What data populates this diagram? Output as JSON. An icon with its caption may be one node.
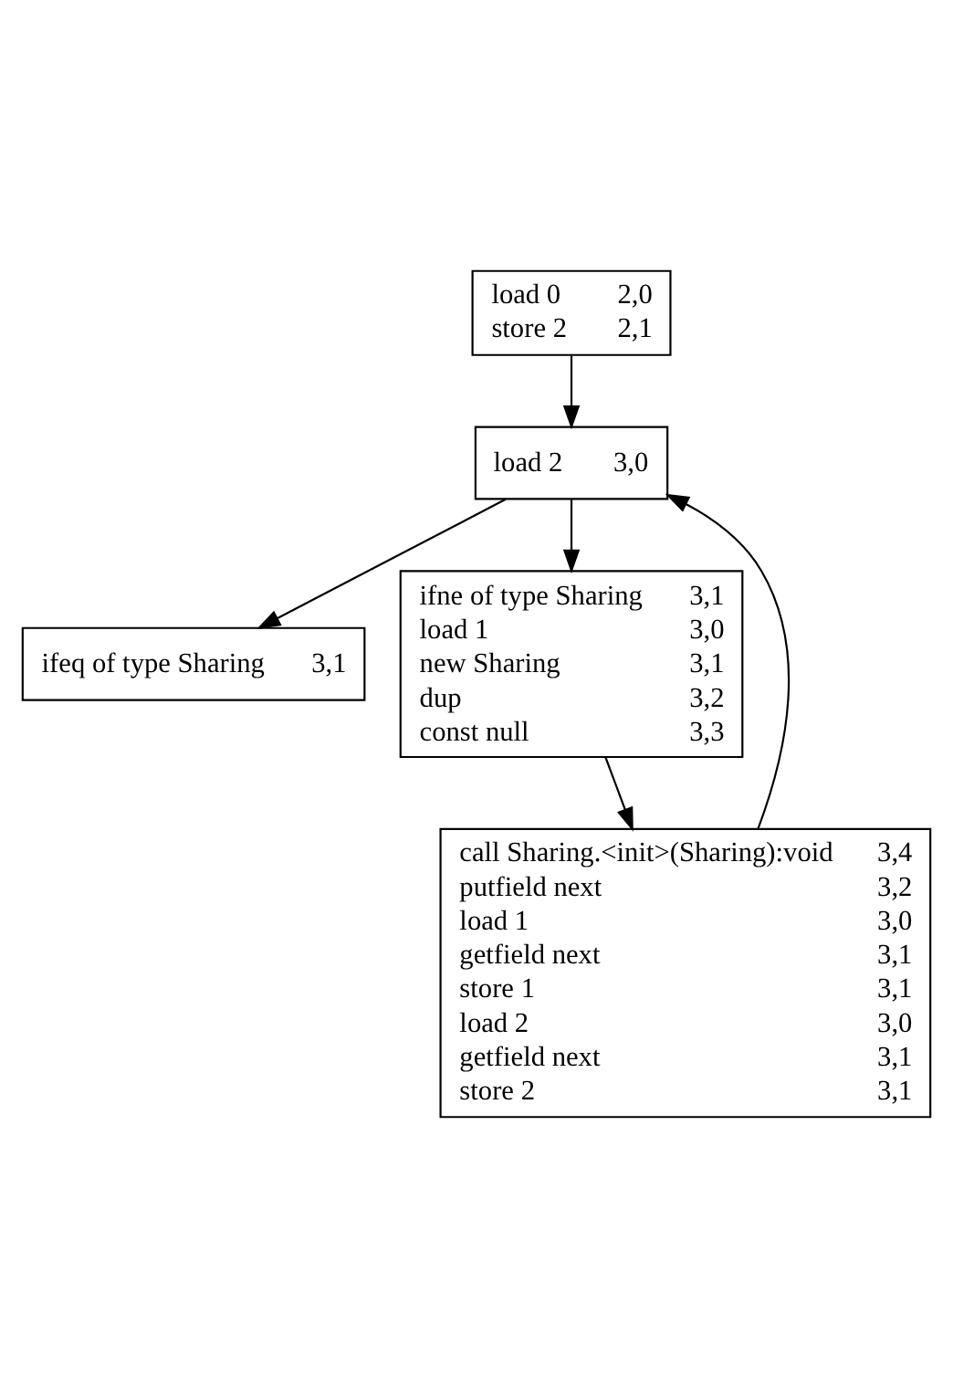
{
  "diagram": {
    "nodes": [
      {
        "text": [
          "load 0",
          "2,0",
          "store 2",
          "2,1"
        ]
      },
      {
        "text": [
          "load 2",
          "3,0"
        ]
      },
      {
        "text": [
          "ifeq of type Sharing",
          "3,1"
        ]
      },
      {
        "text": [
          "ifne of type Sharing",
          "3,1",
          "load 1",
          "3,0",
          "new Sharing",
          "3,1",
          "dup",
          "3,2",
          "const null",
          "3,3"
        ]
      },
      {
        "text": [
          "call Sharing.<init>(Sharing):void",
          "3,4",
          "putfield next",
          "3,2",
          "load 1",
          "3,0",
          "getfield next",
          "3,1",
          "store 1",
          "3,1",
          "load 2",
          "3,0",
          "getfield next",
          "3,1",
          "store 2",
          "3,1"
        ]
      }
    ],
    "edges": [
      {
        "from": 0,
        "to": 1,
        "arrow": "to"
      },
      {
        "from": 1,
        "to": 2,
        "arrow": "to"
      },
      {
        "from": 1,
        "to": 3,
        "arrow": "to"
      },
      {
        "from": 3,
        "to": 4,
        "arrow": "to"
      },
      {
        "from": 4,
        "to": 1,
        "arrow": "to"
      }
    ]
  }
}
